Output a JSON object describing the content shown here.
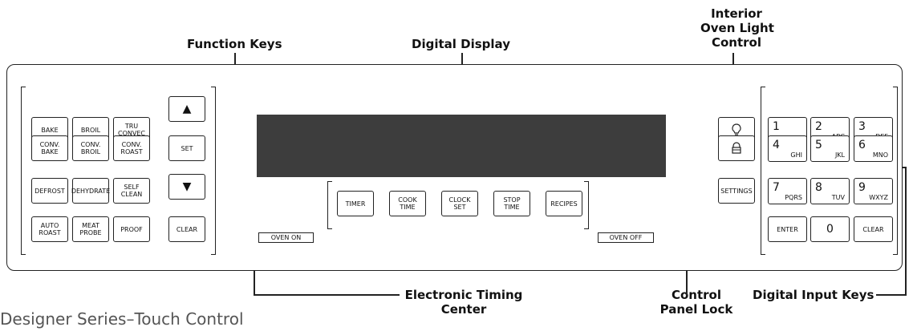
{
  "callouts": {
    "function_keys": "Function Keys",
    "digital_display": "Digital Display",
    "interior_light": [
      "Interior",
      "Oven Light",
      "Control"
    ],
    "electronic_timing": [
      "Electronic Timing",
      "Center"
    ],
    "control_panel_lock": [
      "Control",
      "Panel Lock"
    ],
    "digital_input_keys": "Digital Input Keys"
  },
  "function_keys": [
    [
      "BAKE",
      "BROIL",
      "TRU\nCONVEC"
    ],
    [
      "CONV.\nBAKE",
      "CONV.\nBROIL",
      "CONV.\nROAST"
    ],
    [
      "DEFROST",
      "DEHYDRATE",
      "SELF\nCLEAN"
    ],
    [
      "AUTO\nROAST",
      "MEAT\nPROBE",
      "PROOF"
    ]
  ],
  "side_keys": [
    "▲",
    "SET",
    "▼",
    "CLEAR"
  ],
  "timing_keys": [
    "TIMER",
    "COOK\nTIME",
    "CLOCK\nSET",
    "STOP\nTIME",
    "RECIPES"
  ],
  "oven_on": "OVEN ON",
  "oven_off": "OVEN OFF",
  "settings": "SETTINGS",
  "numpad": [
    {
      "digit": "1",
      "letters": "_"
    },
    {
      "digit": "2",
      "letters": "ABC"
    },
    {
      "digit": "3",
      "letters": "DEF"
    },
    {
      "digit": "4",
      "letters": "GHI"
    },
    {
      "digit": "5",
      "letters": "JKL"
    },
    {
      "digit": "6",
      "letters": "MNO"
    },
    {
      "digit": "7",
      "letters": "PQRS"
    },
    {
      "digit": "8",
      "letters": "TUV"
    },
    {
      "digit": "9",
      "letters": "WXYZ"
    }
  ],
  "enter": "ENTER",
  "zero": "0",
  "numpad_clear": "CLEAR",
  "caption": "Designer Series–Touch Control"
}
